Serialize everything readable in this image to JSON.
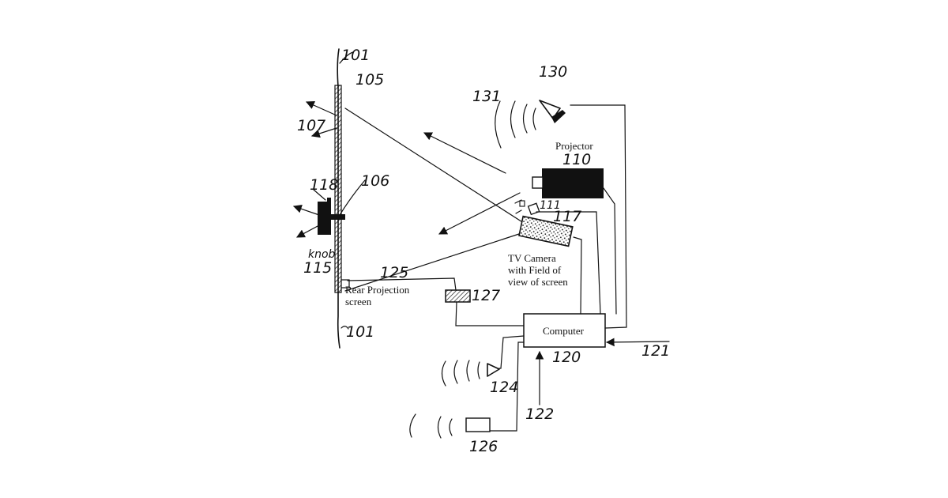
{
  "figure": {
    "refs": {
      "wall_top": "101",
      "wall_bottom": "101",
      "screen": "105",
      "screen_edge": "107",
      "mount": "106",
      "knob_body": "118",
      "knob_ref": "115",
      "projector": "110",
      "small_sensor": "111",
      "tv_camera": "117",
      "computer": "120",
      "input_121": "121",
      "input_122": "122",
      "speaker_124": "124",
      "cable": "125",
      "device_126": "126",
      "device_127": "127",
      "speaker_130": "130",
      "sound_131": "131"
    },
    "labels": {
      "projector": "Projector",
      "tv_camera_1": "TV Camera",
      "tv_camera_2": "with Field of",
      "tv_camera_3": "view of screen",
      "rear_screen_1": "Rear Projection",
      "rear_screen_2": "screen",
      "knob": "knob",
      "computer": "Computer"
    }
  }
}
